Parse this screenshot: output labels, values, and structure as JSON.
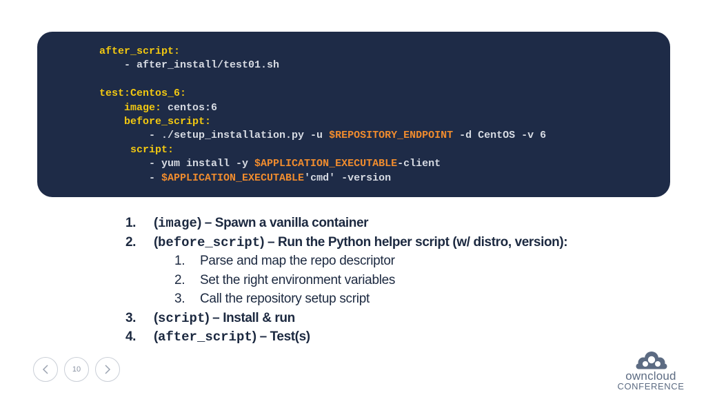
{
  "code": {
    "lines": [
      [
        {
          "cls": "kw",
          "t": "after_script:"
        }
      ],
      [
        {
          "cls": "txt",
          "t": "    - after_install/test01.sh"
        }
      ],
      [
        {
          "cls": "txt",
          "t": ""
        }
      ],
      [
        {
          "cls": "kw",
          "t": "test:Centos_6:"
        }
      ],
      [
        {
          "cls": "kw",
          "t": "    image:"
        },
        {
          "cls": "txt",
          "t": " centos:6"
        }
      ],
      [
        {
          "cls": "kw",
          "t": "    before_script:"
        }
      ],
      [
        {
          "cls": "txt",
          "t": "        - ./setup_installation.py -u "
        },
        {
          "cls": "var",
          "t": "$REPOSITORY_ENDPOINT"
        },
        {
          "cls": "txt",
          "t": " -d CentOS -v 6"
        }
      ],
      [
        {
          "cls": "kw",
          "t": "     script:"
        }
      ],
      [
        {
          "cls": "txt",
          "t": "        - yum install -y "
        },
        {
          "cls": "var",
          "t": "$APPLICATION_EXECUTABLE"
        },
        {
          "cls": "txt",
          "t": "-client"
        }
      ],
      [
        {
          "cls": "txt",
          "t": "        - "
        },
        {
          "cls": "var",
          "t": "$APPLICATION_EXECUTABLE"
        },
        {
          "cls": "txt",
          "t": "'cmd' -version"
        }
      ]
    ]
  },
  "steps": {
    "s1": {
      "num": "1.",
      "open": "(",
      "code": "image",
      "close": ") – Spawn a vanilla container"
    },
    "s2": {
      "num": "2.",
      "open": "(",
      "code": "before_script",
      "close": ") – Run the Python helper script (w/ distro, version):"
    },
    "s2a": {
      "num": "1.",
      "text": "Parse and map the repo descriptor"
    },
    "s2b": {
      "num": "2.",
      "text": "Set the right environment variables"
    },
    "s2c": {
      "num": "3.",
      "text": "Call the repository setup script"
    },
    "s3": {
      "num": "3.",
      "open": "(",
      "code": "script",
      "close": ") – Install & run"
    },
    "s4": {
      "num": "4.",
      "open": "(",
      "code": "after_script",
      "close": ") – Test(s)"
    }
  },
  "nav": {
    "page": "10"
  },
  "logo": {
    "name": "owncloud",
    "subtitle": "CONFERENCE"
  },
  "colors": {
    "panel": "#1e2b47",
    "keyword": "#f2c811",
    "variable": "#f08c2e",
    "text": "#1c2940"
  }
}
